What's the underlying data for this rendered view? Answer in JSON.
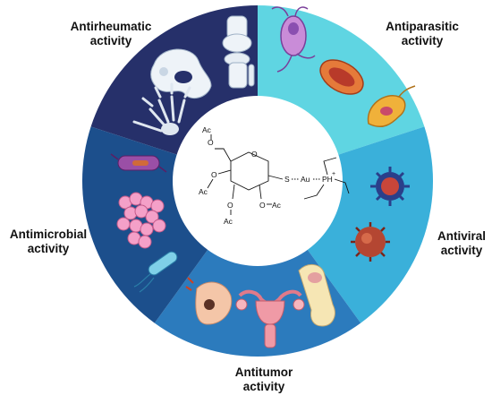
{
  "diagram": {
    "labels": {
      "antirheumatic": [
        "Antirheumatic",
        "activity"
      ],
      "antiparasitic": [
        "Antiparasitic",
        "activity"
      ],
      "antiviral": [
        "Antiviral",
        "activity"
      ],
      "antitumor": [
        "Antitumor",
        "activity"
      ],
      "antimicrobial": [
        "Antimicrobial",
        "activity"
      ]
    },
    "molecule": {
      "acetyl": "Ac",
      "oxygen": "O",
      "sulfur": "S",
      "gold": "Au",
      "phosphine": "PH",
      "plus": "+"
    },
    "segment_colors": {
      "antirheumatic": "#26306a",
      "antiparasitic": "#5fd5e2",
      "antiviral": "#3ab0da",
      "antitumor": "#2c7bbd",
      "antimicrobial": "#1c4f8c"
    }
  }
}
